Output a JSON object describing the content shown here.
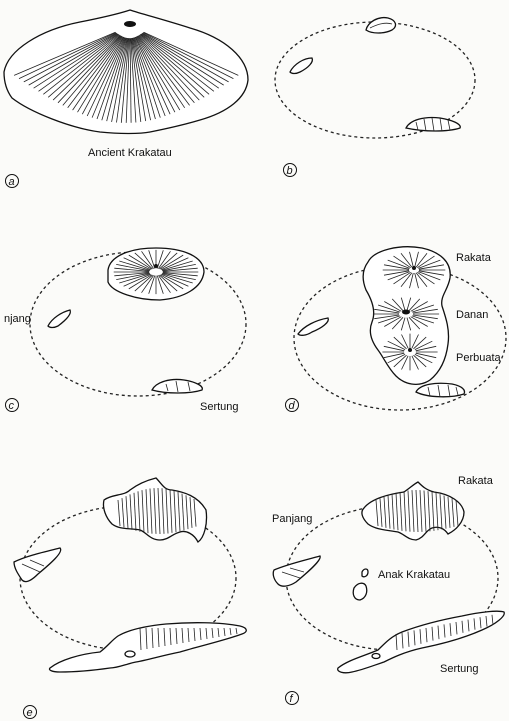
{
  "panels": {
    "a": {
      "label": "a",
      "names": {
        "ancient": "Ancient Krakatau"
      }
    },
    "b": {
      "label": "b"
    },
    "c": {
      "label": "c",
      "names": {
        "panjang": "njang",
        "sertung": "Sertung"
      }
    },
    "d": {
      "label": "d",
      "names": {
        "rakata": "Rakata",
        "danan": "Danan",
        "perbuatan": "Perbuata"
      }
    },
    "e": {
      "label": "e"
    },
    "f": {
      "label": "f",
      "names": {
        "rakata": "Rakata",
        "panjang": "Panjang",
        "anak": "Anak Krakatau",
        "sertung": "Sertung"
      }
    }
  }
}
